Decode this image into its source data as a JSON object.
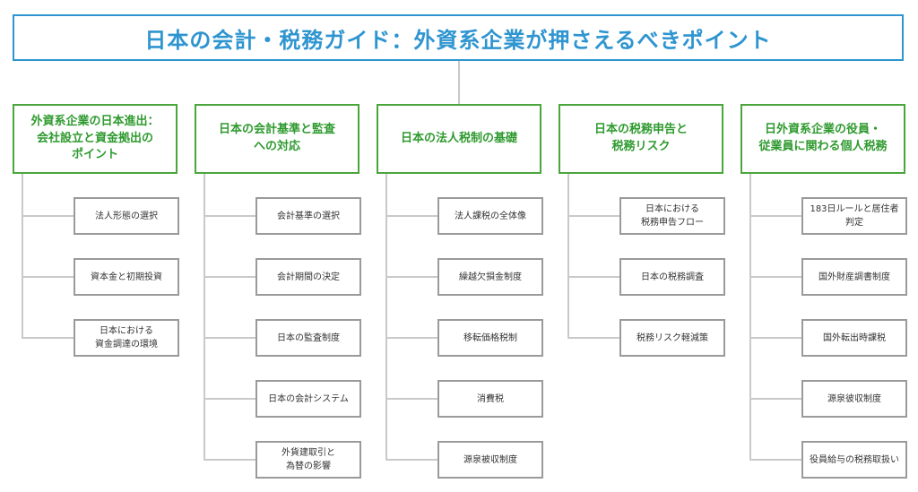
{
  "root": {
    "title": "日本の会計・税務ガイド：外資系企業が押さえるべきポイント"
  },
  "categories": [
    {
      "title": "外資系企業の日本進出：\n会社設立と資金拠出の\nポイント",
      "items": [
        "法人形態の選択",
        "資本金と初期投資",
        "日本における\n資金調達の環境"
      ]
    },
    {
      "title": "日本の会計基準と監査\nへの対応",
      "items": [
        "会計基準の選択",
        "会計期間の決定",
        "日本の監査制度",
        "日本の会計システム",
        "外貨建取引と\n為替の影響"
      ]
    },
    {
      "title": "日本の法人税制の基礎",
      "items": [
        "法人課税の全体像",
        "繰越欠損金制度",
        "移転価格税制",
        "消費税",
        "源泉被収制度"
      ]
    },
    {
      "title": "日本の税務申告と\n税務リスク",
      "items": [
        "日本における\n税務申告フロー",
        "日本の税務調査",
        "税務リスク軽減策"
      ]
    },
    {
      "title": "日外資系企業の役員・\n従業員に関わる個人税務",
      "items": [
        "183日ルールと居住者\n判定",
        "国外財産調書制度",
        "国外転出時課税",
        "源泉彼収制度",
        "役員給与の税務取扱い"
      ]
    }
  ]
}
